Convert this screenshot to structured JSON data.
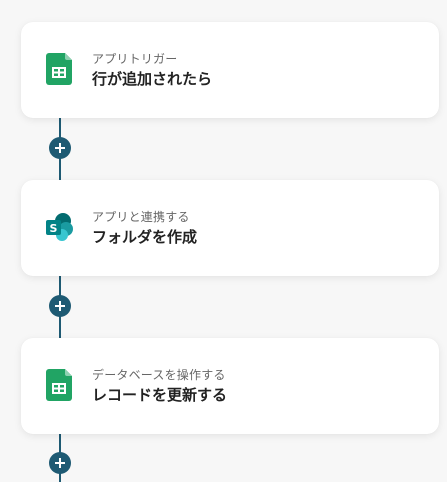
{
  "flow": {
    "steps": [
      {
        "icon": "google-sheets-icon",
        "subtitle": "アプリトリガー",
        "title": "行が追加されたら"
      },
      {
        "icon": "sharepoint-icon",
        "subtitle": "アプリと連携する",
        "title": "フォルダを作成"
      },
      {
        "icon": "google-sheets-icon",
        "subtitle": "データベースを操作する",
        "title": "レコードを更新する"
      }
    ],
    "add_button_icon": "plus-icon"
  },
  "colors": {
    "connector": "#1e5a73",
    "card_background": "#ffffff",
    "page_background": "#f7f7f7",
    "sheets_green": "#21a464",
    "sharepoint_teal": "#0b7f7c"
  }
}
